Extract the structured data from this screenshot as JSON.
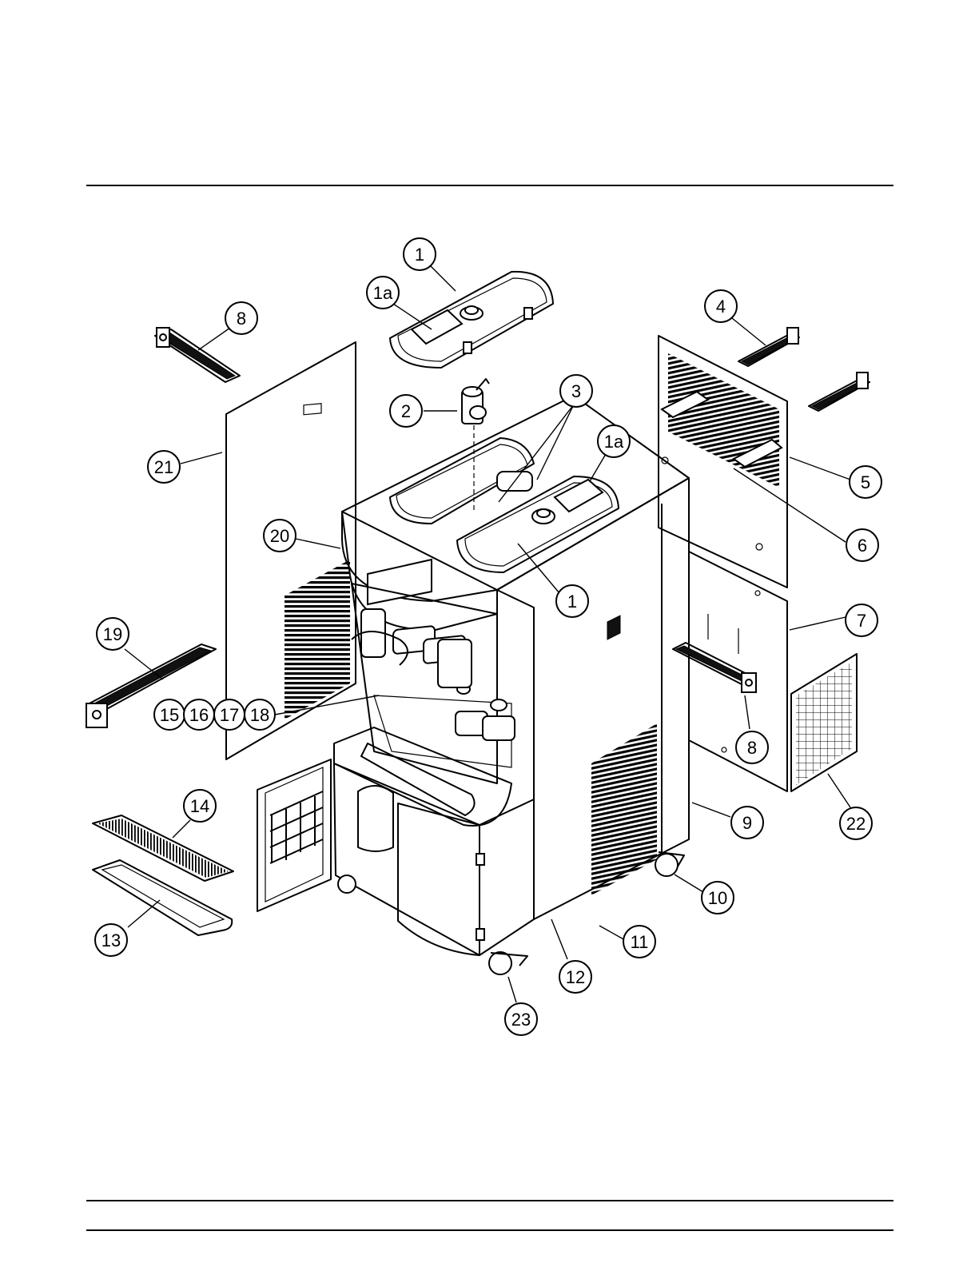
{
  "callouts": [
    {
      "id": "c1-top",
      "label": "1"
    },
    {
      "id": "c1a-top",
      "label": "1a"
    },
    {
      "id": "c8-top",
      "label": "8"
    },
    {
      "id": "c4",
      "label": "4"
    },
    {
      "id": "c2",
      "label": "2"
    },
    {
      "id": "c3",
      "label": "3"
    },
    {
      "id": "c1a-right",
      "label": "1a"
    },
    {
      "id": "c21",
      "label": "21"
    },
    {
      "id": "c5",
      "label": "5"
    },
    {
      "id": "c20",
      "label": "20"
    },
    {
      "id": "c6",
      "label": "6"
    },
    {
      "id": "c1-mid",
      "label": "1"
    },
    {
      "id": "c7",
      "label": "7"
    },
    {
      "id": "c19",
      "label": "19"
    },
    {
      "id": "c15",
      "label": "15"
    },
    {
      "id": "c16",
      "label": "16"
    },
    {
      "id": "c17",
      "label": "17"
    },
    {
      "id": "c18",
      "label": "18"
    },
    {
      "id": "c8-right",
      "label": "8"
    },
    {
      "id": "c14",
      "label": "14"
    },
    {
      "id": "c9",
      "label": "9"
    },
    {
      "id": "c22",
      "label": "22"
    },
    {
      "id": "c10",
      "label": "10"
    },
    {
      "id": "c11",
      "label": "11"
    },
    {
      "id": "c13",
      "label": "13"
    },
    {
      "id": "c12",
      "label": "12"
    },
    {
      "id": "c23",
      "label": "23"
    }
  ]
}
